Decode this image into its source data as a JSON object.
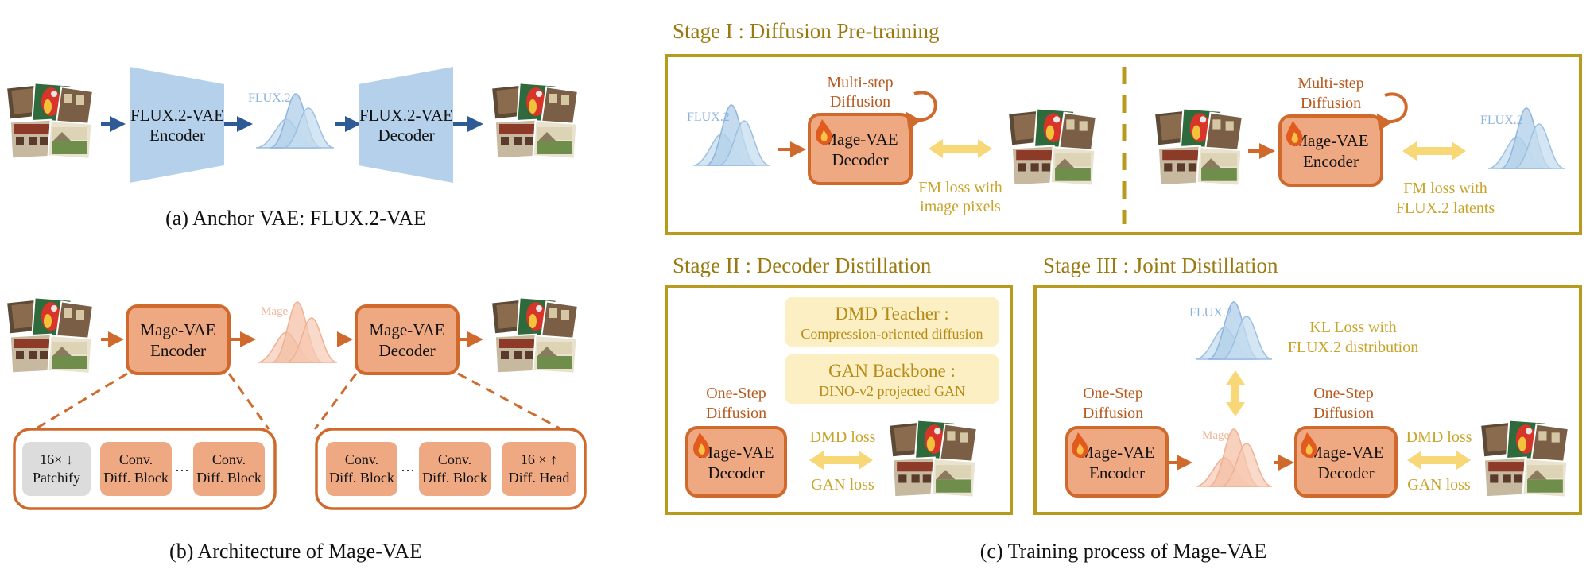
{
  "panel_a": {
    "encoder": [
      "FLUX.2-VAE",
      "Encoder"
    ],
    "decoder": [
      "FLUX.2-VAE",
      "Decoder"
    ],
    "latent_label": "FLUX.2",
    "caption": "(a) Anchor VAE: FLUX.2-VAE"
  },
  "panel_b": {
    "encoder": [
      "Mage-VAE",
      "Encoder"
    ],
    "decoder": [
      "Mage-VAE",
      "Decoder"
    ],
    "latent_label": "Mage",
    "enc_blocks": [
      [
        "16× ↓",
        "Patchify"
      ],
      [
        "Conv.",
        "Diff. Block"
      ],
      [
        "Conv.",
        "Diff. Block"
      ]
    ],
    "dec_blocks": [
      [
        "Conv.",
        "Diff. Block"
      ],
      [
        "Conv.",
        "Diff. Block"
      ],
      [
        "16 × ↑",
        "Diff. Head"
      ]
    ],
    "ellipsis": "···",
    "caption": "(b) Architecture of Mage-VAE"
  },
  "stage1": {
    "title": "Stage I : Diffusion Pre-training",
    "left": {
      "latent_label": "FLUX.2",
      "process": [
        "Multi-step",
        "Diffusion"
      ],
      "box": [
        "Mage-VAE",
        "Decoder"
      ],
      "loss": [
        "FM loss with",
        "image pixels"
      ]
    },
    "right": {
      "latent_label": "FLUX.2",
      "process": [
        "Multi-step",
        "Diffusion"
      ],
      "box": [
        "Mage-VAE",
        "Encoder"
      ],
      "loss": [
        "FM loss with",
        "FLUX.2 latents"
      ]
    }
  },
  "stage2": {
    "title": "Stage II : Decoder Distillation",
    "teacher": [
      "DMD Teacher :",
      "Compression-oriented diffusion"
    ],
    "gan": [
      "GAN Backbone :",
      "DINO-v2 projected GAN"
    ],
    "process": [
      "One-Step",
      "Diffusion"
    ],
    "box": [
      "Mage-VAE",
      "Decoder"
    ],
    "losses": [
      "DMD loss",
      "GAN loss"
    ]
  },
  "stage3": {
    "title": "Stage III : Joint Distillation",
    "flux_label": "FLUX.2",
    "kl": [
      "KL Loss with",
      "FLUX.2 distribution"
    ],
    "mage_label": "Mage",
    "enc_process": [
      "One-Step",
      "Diffusion"
    ],
    "enc_box": [
      "Mage-VAE",
      "Encoder"
    ],
    "dec_process": [
      "One-Step",
      "Diffusion"
    ],
    "dec_box": [
      "Mage-VAE",
      "Decoder"
    ],
    "losses": [
      "DMD loss",
      "GAN loss"
    ]
  },
  "panel_c_caption": "(c) Training process of Mage-VAE",
  "colors": {
    "orange_fill": "#efa982",
    "orange_stroke": "#d06a2c",
    "blue_block": "#b4d0ea",
    "navy_arrow": "#2e5b95",
    "gold_border": "#b89a1e",
    "yellow_arrow": "#f8d776",
    "yellow_box": "#fcefc4"
  }
}
